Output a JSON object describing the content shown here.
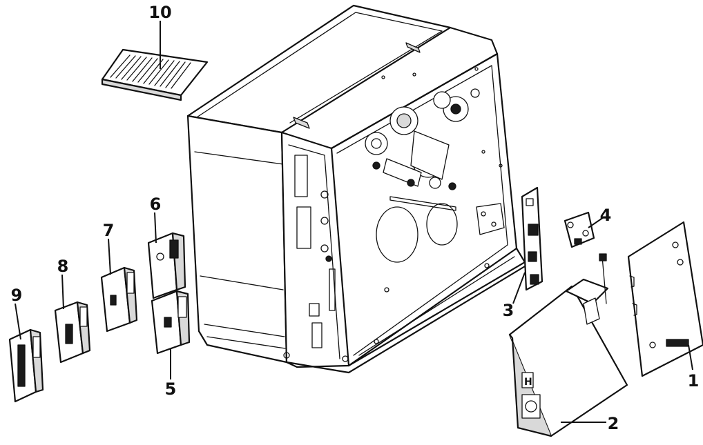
{
  "callouts": {
    "c1": "1",
    "c2": "2",
    "c3": "3",
    "c4": "4",
    "c5": "5",
    "c6": "6",
    "c7": "7",
    "c8": "8",
    "c9": "9",
    "c10": "10"
  },
  "colors": {
    "line": "#111111",
    "background": "#ffffff",
    "shade": "#d9d9d9"
  }
}
